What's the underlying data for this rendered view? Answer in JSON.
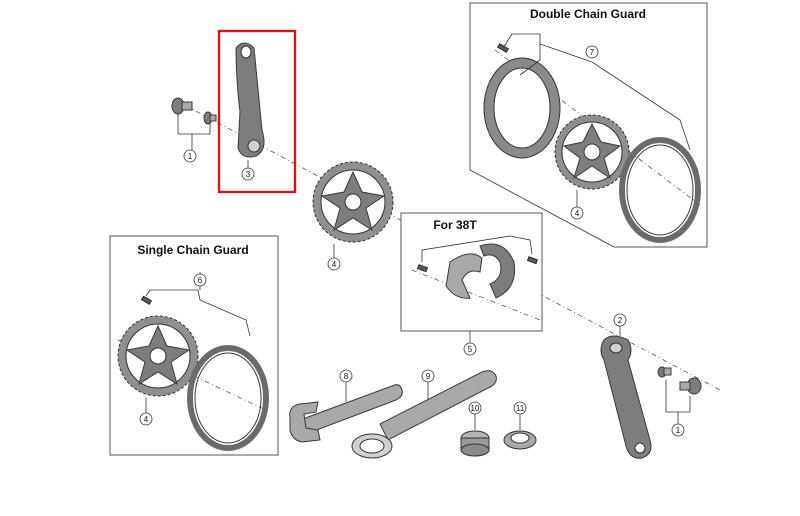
{
  "panels": {
    "double_chain_guard": {
      "title": "Double Chain Guard"
    },
    "single_chain_guard": {
      "title": "Single Chain Guard"
    },
    "for_38t": {
      "title": "For 38T"
    }
  },
  "callouts": {
    "c1_left": "1",
    "c3": "3",
    "c4_center": "4",
    "c7": "7",
    "c4_double": "4",
    "c6": "6",
    "c4_single": "4",
    "c5": "5",
    "c2": "2",
    "c1_right": "1",
    "c8": "8",
    "c9": "9",
    "c10": "10",
    "c11": "11"
  },
  "highlight": {
    "color": "#d6141e",
    "target": "3"
  },
  "colors": {
    "part": "#7d7d7d",
    "panel_border": "#555555"
  }
}
